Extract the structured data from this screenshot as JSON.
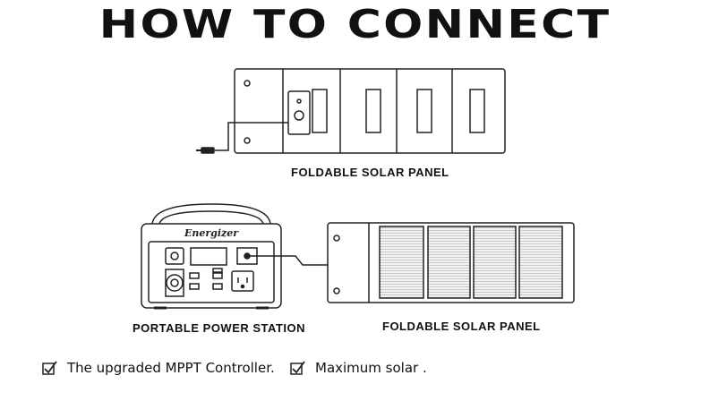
{
  "title": "HOW TO CONNECT",
  "top_panel": {
    "label": "FOLDABLE SOLAR PANEL"
  },
  "power_station": {
    "brand": "Energizer",
    "label": "PORTABLE POWER STATION"
  },
  "bottom_panel": {
    "label": "FOLDABLE SOLAR PANEL"
  },
  "features": [
    {
      "text": "The upgraded MPPT Controller.",
      "icon": "checkbox-icon"
    },
    {
      "text": "Maximum solar .",
      "icon": "checkbox-icon"
    }
  ]
}
